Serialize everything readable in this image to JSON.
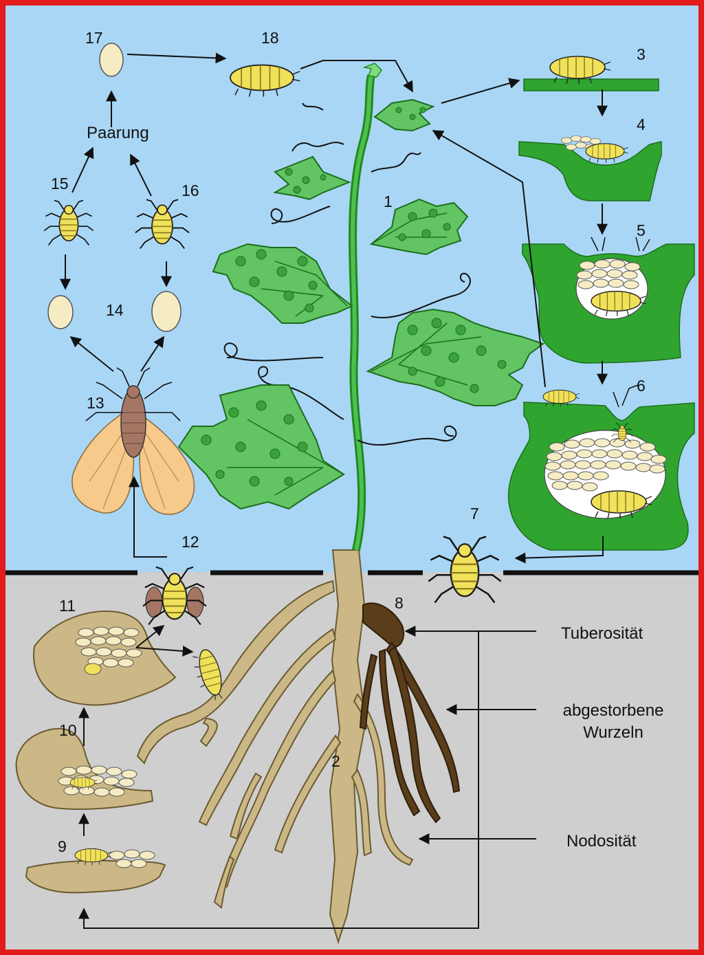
{
  "diagram": {
    "numbers": {
      "n1": "1",
      "n2": "2",
      "n3": "3",
      "n4": "4",
      "n5": "5",
      "n6": "6",
      "n7": "7",
      "n8": "8",
      "n9": "9",
      "n10": "10",
      "n11": "11",
      "n12": "12",
      "n13": "13",
      "n14": "14",
      "n15": "15",
      "n16": "16",
      "n17": "17",
      "n18": "18"
    },
    "labels": {
      "mating": "Paarung",
      "tuberosity": "Tuberosität",
      "dead_roots_line1": "abgestorbene",
      "dead_roots_line2": "Wurzeln",
      "nodosity": "Nodosität"
    },
    "colors": {
      "frame": "#e31b1b",
      "sky": "#a9d6f5",
      "soil": "#cfcfcf",
      "gall_green": "#2fa52f",
      "leaf_green": "#62c462",
      "root": "#cbb886",
      "dead_root": "#5a3d1a",
      "aphid_yellow": "#f0e15a",
      "egg": "#f6ecc4",
      "wing": "#f7c98a",
      "winged_body": "#a67664"
    }
  }
}
